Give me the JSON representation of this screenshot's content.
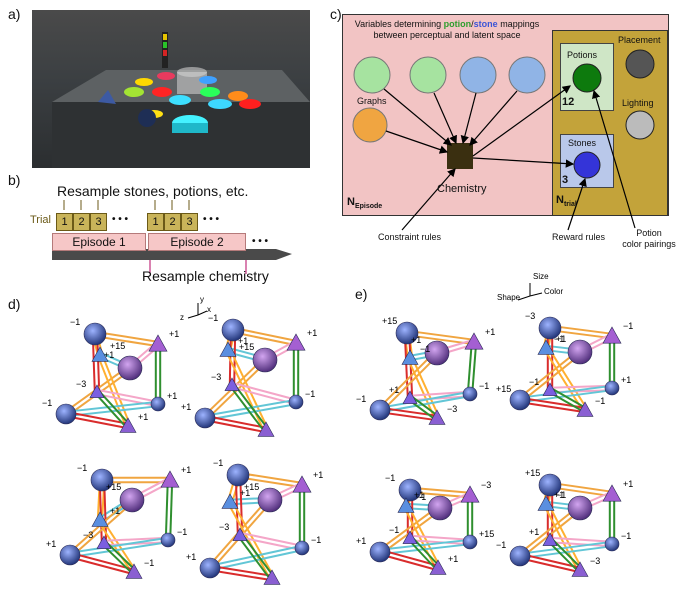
{
  "panels": {
    "a": "a)",
    "b": "b)",
    "c": "c)",
    "d": "d)",
    "e": "e)"
  },
  "timeline": {
    "resample_top": "Resample stones, potions, etc.",
    "trial_label": "Trial",
    "trials": [
      "1",
      "2",
      "3"
    ],
    "ellipsis": "• • •",
    "episode1": "Episode 1",
    "episode2": "Episode 2",
    "resample_bottom": "Resample chemistry"
  },
  "model": {
    "heading_prefix": "Variables determining ",
    "heading_potion": "potion",
    "heading_slash": "/",
    "heading_stone": "stone",
    "heading_suffix": " mappings",
    "heading_line2": "between perceptual and latent space",
    "graphs": "Graphs",
    "chemistry": "Chemistry",
    "n_episode_main": "N",
    "n_episode_sub": "Episode",
    "n_trial_main": "N",
    "n_trial_sub": "trial",
    "potions": "Potions",
    "potions_count": "12",
    "stones": "Stones",
    "stones_count": "3",
    "placement": "Placement",
    "lighting": "Lighting",
    "constraint_rules": "Constraint rules",
    "reward_rules": "Reward rules",
    "potion_pairings_1": "Potion",
    "potion_pairings_2": "color pairings",
    "colors": {
      "potion": "#2e9e2e",
      "stone": "#3b55d6",
      "outer": "#f2c4c4",
      "inner": "#c3a33a"
    }
  },
  "axes_d": {
    "y": "y",
    "z": "z",
    "x": "x"
  },
  "axes_e": {
    "size": "Size",
    "shape": "Shape",
    "color": "Color"
  },
  "rewards": {
    "d1": [
      "−1",
      "+1",
      "+1",
      "+15",
      "−3",
      "+1",
      "−1",
      "+1"
    ],
    "d2": [
      "−1",
      "+1",
      "+15",
      "+1",
      "−3",
      "−1",
      "+1"
    ],
    "d3": [
      "−1",
      "+1",
      "+15",
      "+1",
      "−3",
      "−1",
      "+1",
      "−1"
    ],
    "d4": [
      "−1",
      "+1",
      "+15",
      "+1",
      "−3",
      "−1",
      "+1"
    ],
    "e1": [
      "+15",
      "+1",
      "+1",
      "−1",
      "+1",
      "−1",
      "−1",
      "−3"
    ],
    "e2": [
      "−3",
      "−1",
      "−1",
      "+1",
      "−1",
      "+1",
      "+15",
      "−1"
    ],
    "e3": [
      "−1",
      "−3",
      "+1",
      "−1",
      "−1",
      "+15",
      "+1",
      "+1"
    ],
    "e4": [
      "+15",
      "+1",
      "+1",
      "−1",
      "+1",
      "−1",
      "−1",
      "−3"
    ]
  }
}
